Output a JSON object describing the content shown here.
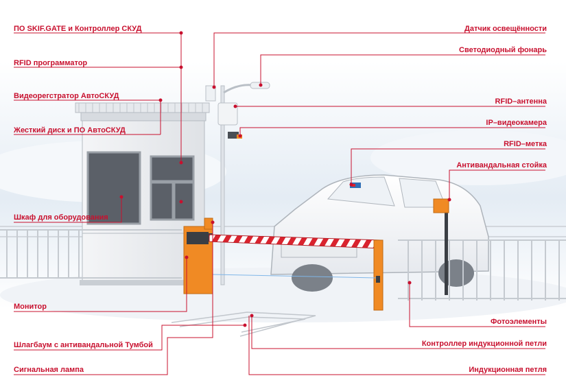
{
  "colors": {
    "accent": "#c8102e",
    "barrier_orange": "#f08a24",
    "sky_start": "#ffffff",
    "sky_end": "#dde7f1"
  },
  "labels_left": [
    "ПО SKIF.GATE и Контроллер СКУД",
    "RFID программатор",
    "Видеорегстратор АвтоСКУД",
    "Жесткий диск и ПО АвтоСКУД",
    "Шкаф для оборудования",
    "Монитор",
    "Шлагбаум с антивандальной Тумбой",
    "Сигнальная лампа"
  ],
  "labels_right": [
    "Датчик освещённости",
    "Светодиодный фонарь",
    "RFID–антенна",
    "IP–видеокамера",
    "RFID–метка",
    "Антивандальная стойка",
    "Фотоэлементы",
    "Контроллер индукционной петли",
    "Индукционная петля"
  ],
  "icons": [
    "callout-dot",
    "barrier-arm",
    "guard-booth",
    "car",
    "light-pole",
    "fence"
  ]
}
